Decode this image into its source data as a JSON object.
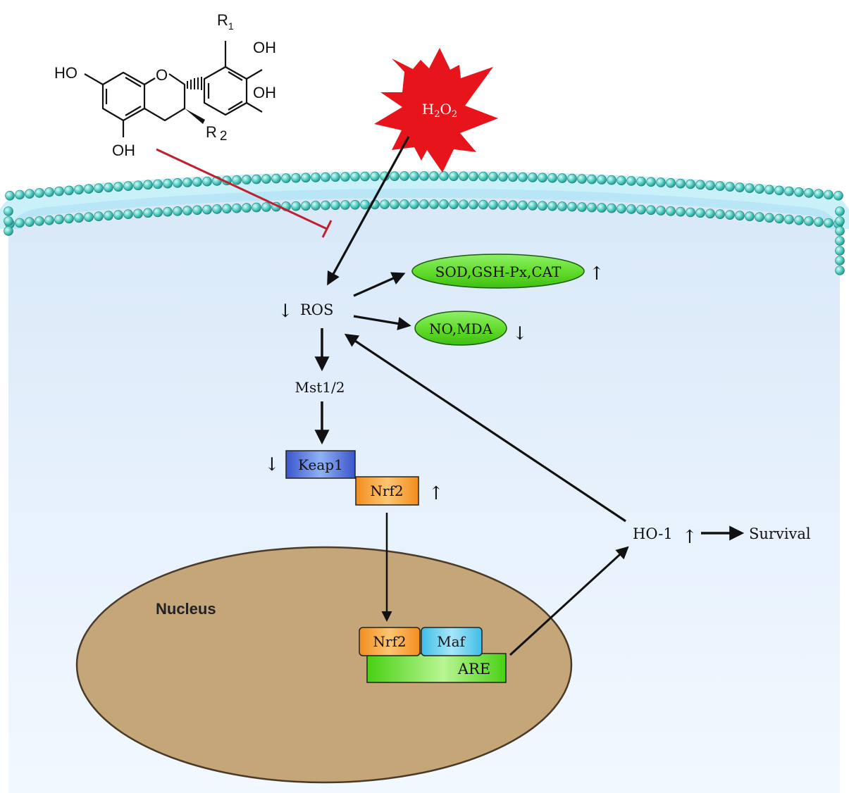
{
  "molecule": {
    "substituent_r1": "R",
    "substituent_r1_sub": "1",
    "substituent_r2": "R",
    "substituent_r2_sub": "2",
    "oh_top": "OH",
    "oh_right": "OH",
    "ho_left": "HO",
    "oh_bottom": "OH",
    "ring_oxygen": "O"
  },
  "stress": {
    "label_prefix": "H",
    "label_sub1": "2",
    "label_mid": "O",
    "label_sub2": "2"
  },
  "pathway": {
    "ros": "ROS",
    "ros_arrow": "↓",
    "antioxidant_enzymes": "SOD,GSH-Px,CAT",
    "enzymes_arrow": "↑",
    "oxidative_markers": "NO,MDA",
    "markers_arrow": "↓",
    "kinase": "Mst1/2",
    "keap1": "Keap1",
    "keap1_arrow": "↓",
    "nrf2": "Nrf2",
    "nrf2_arrow": "↑",
    "nucleus": "Nucleus",
    "nuclear_nrf2": "Nrf2",
    "maf": "Maf",
    "are": "ARE",
    "ho1": "HO-1",
    "ho1_arrow": "↑",
    "survival": "Survival"
  },
  "colors": {
    "h2o2_burst": "#e8141b",
    "inhibition_line": "#c0202e",
    "membrane_bead": "#5fd4c9",
    "cytoplasm": "#e4f0fb",
    "nucleus_fill": "#c4a678",
    "green_node": "#55d81f",
    "keap1_box": "#3f66d6",
    "nrf2_box": "#f59a2a",
    "maf_box": "#4fc6e8"
  }
}
